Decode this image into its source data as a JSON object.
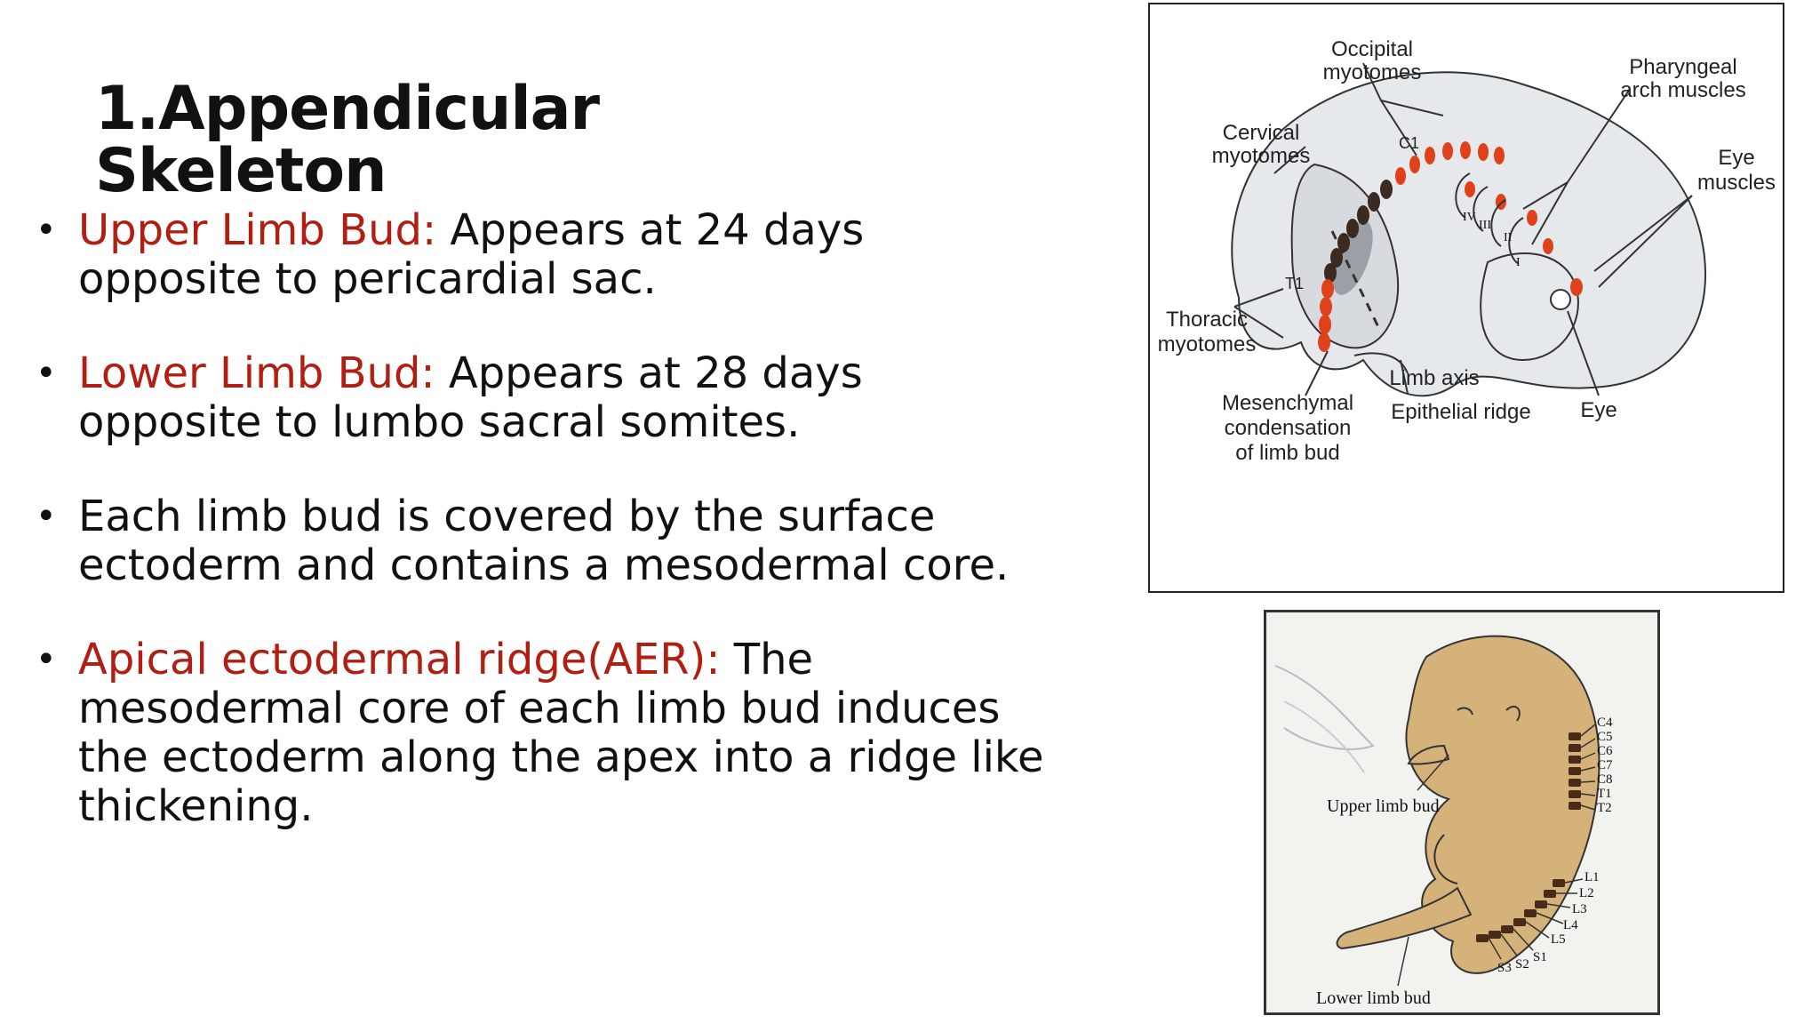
{
  "slide": {
    "title_line1": "1.Appendicular",
    "title_line2": "Skeleton",
    "bullets": [
      {
        "term": "Upper Limb Bud:",
        "text": " Appears at 24 days opposite to pericardial sac."
      },
      {
        "term": "Lower Limb Bud:",
        "text": " Appears at 28 days opposite to lumbo sacral somites."
      },
      {
        "term": "",
        "text": "Each limb bud is covered by the surface ectoderm and contains a mesodermal core."
      },
      {
        "term": "Apical ectodermal ridge(AER):",
        "text": " The mesodermal core of each limb bud induces the ectoderm along the apex into a ridge like thickening."
      }
    ]
  },
  "figure_top": {
    "labels": {
      "occipital_1": "Occipital",
      "occipital_2": "myotomes",
      "pharyngeal_1": "Pharyngeal",
      "pharyngeal_2": "arch muscles",
      "cervical_1": "Cervical",
      "cervical_2": "myotomes",
      "c1": "C1",
      "eye_muscles_1": "Eye",
      "eye_muscles_2": "muscles",
      "iv": "IV",
      "iii": "III",
      "ii": "II",
      "i": "I",
      "t1": "T1",
      "thoracic_1": "Thoracic",
      "thoracic_2": "myotomes",
      "limb_axis": "Limb axis",
      "mesenchymal_1": "Mesenchymal",
      "mesenchymal_2": "condensation",
      "mesenchymal_3": "of limb bud",
      "epithelial_ridge": "Epithelial ridge",
      "eye": "Eye"
    }
  },
  "figure_bottom": {
    "labels": {
      "upper_limb_bud": "Upper limb bud",
      "lower_limb_bud": "Lower limb bud",
      "c4": "C4",
      "c5": "C5",
      "c6": "C6",
      "c7": "C7",
      "c8": "C8",
      "t1": "T1",
      "t2": "T2",
      "l1": "L1",
      "l2": "L2",
      "l3": "L3",
      "l4": "L4",
      "l5": "L5",
      "s1": "S1",
      "s2": "S2",
      "s3": "S3"
    }
  },
  "colors": {
    "accent_red": "#b11e12",
    "myotome_orange": "#e0401a",
    "embryo_fill": "#d4b27a",
    "segment_brown": "#4a2a18"
  }
}
